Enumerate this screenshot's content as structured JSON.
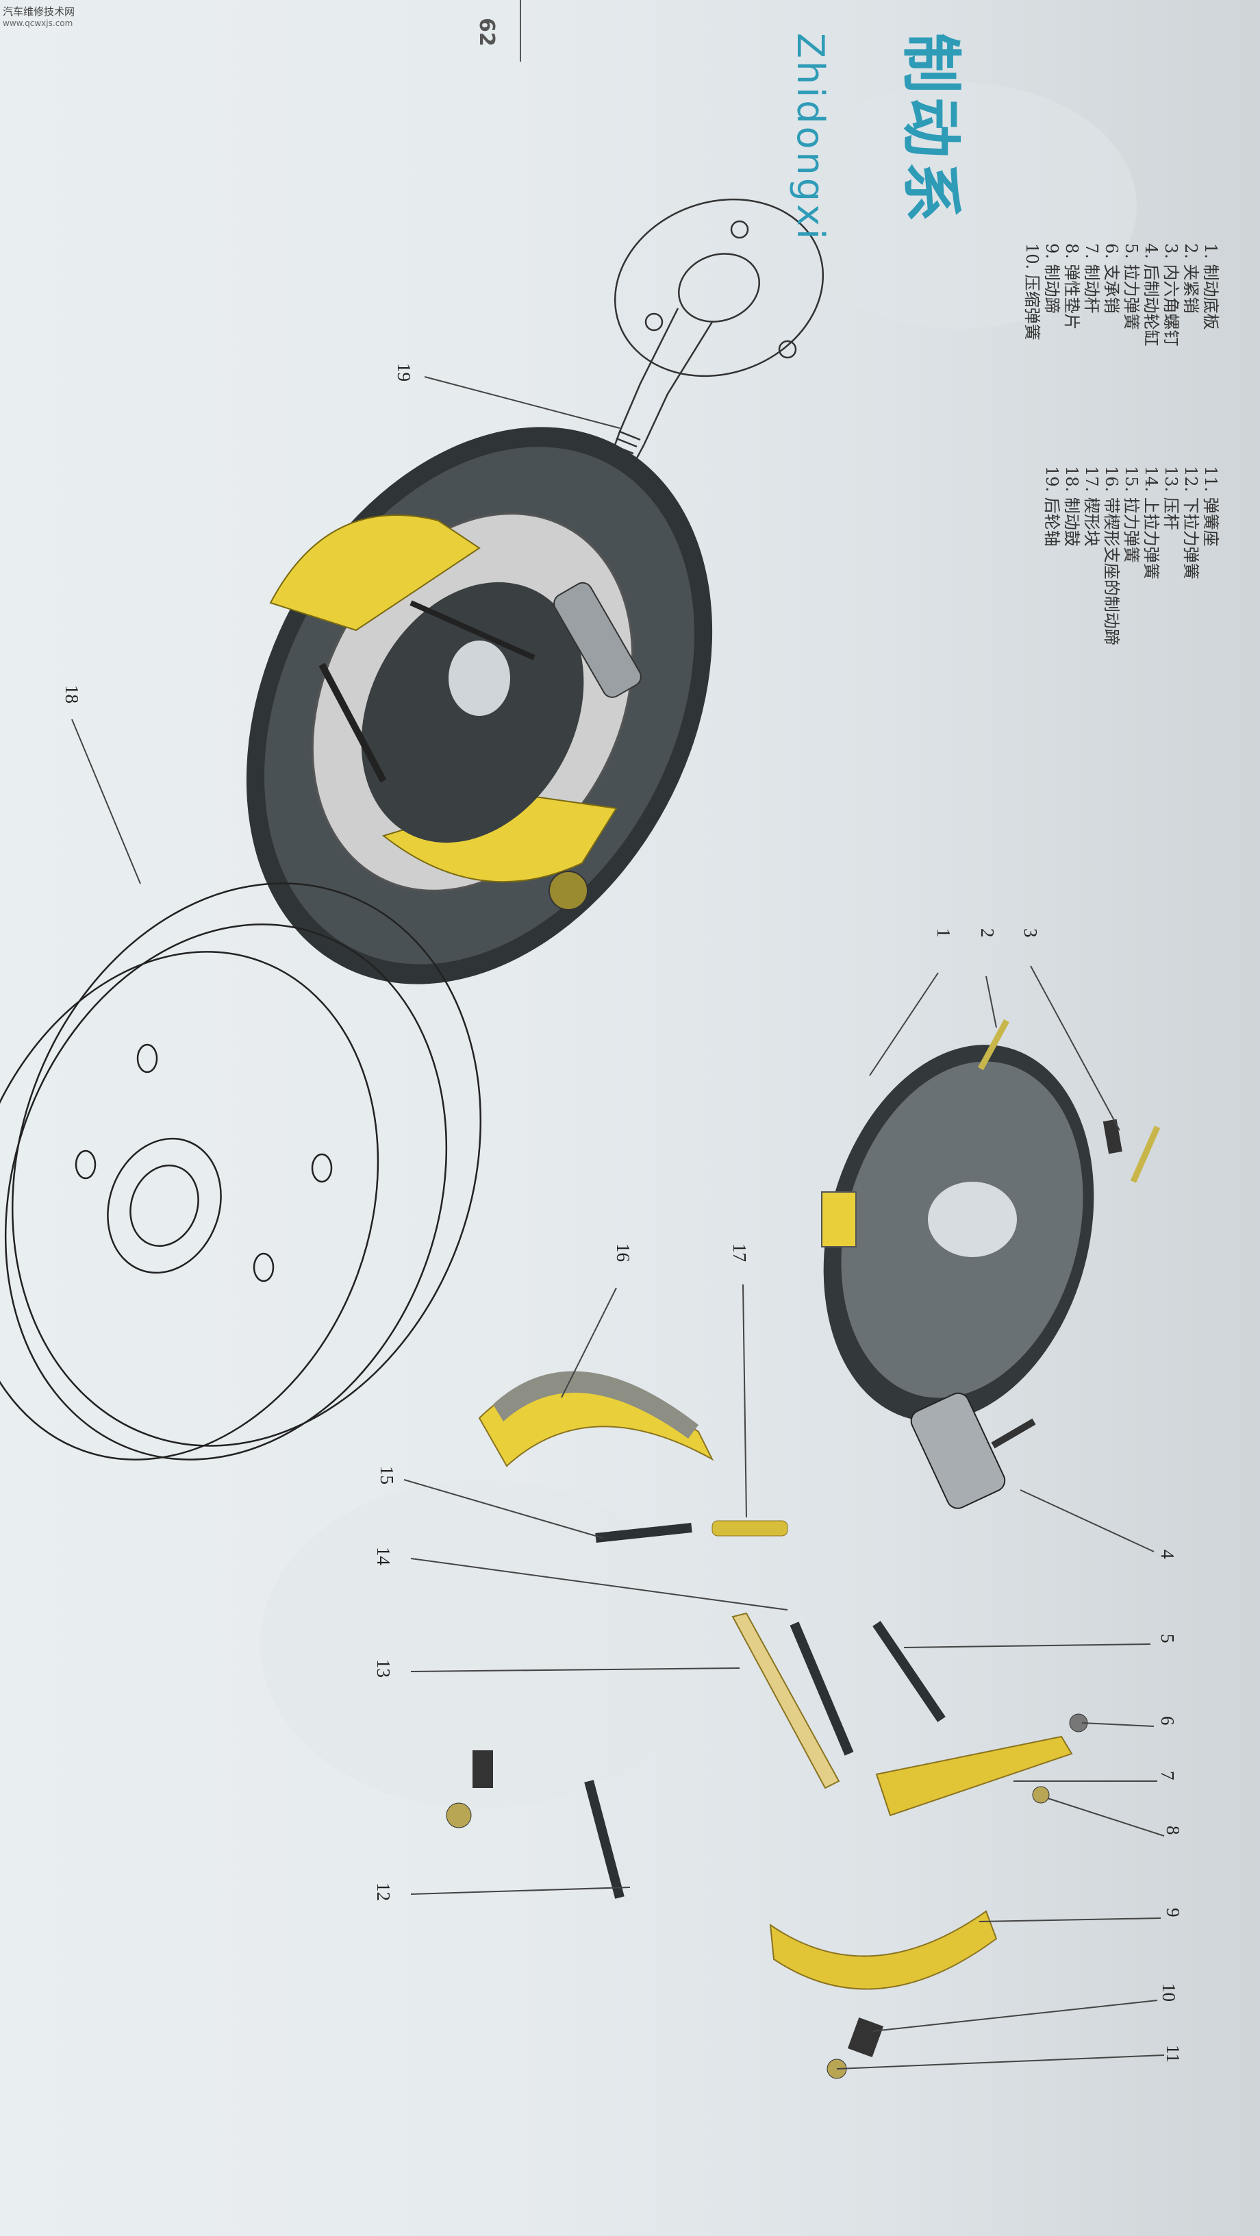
{
  "watermark": {
    "line1": "汽车维修技术网",
    "line2": "www.qcwxjs.com"
  },
  "header": {
    "title": "制动系",
    "pinyin": "Zhidongxi",
    "page_number": "62"
  },
  "legend_left": [
    "1. 制动底板",
    "2. 夹紧销",
    "3. 内六角螺钉",
    "4. 后制动轮缸",
    "5. 拉力弹簧",
    "6. 支承销",
    "7. 制动杆",
    "8. 弹性垫片",
    "9. 制动蹄",
    "10. 压缩弹簧"
  ],
  "legend_right": [
    "11. 弹簧座",
    "12. 下拉力弹簧",
    "13. 压杆",
    "14. 上拉力弹簧",
    "15. 拉力弹簧",
    "16. 带楔形支座的制动蹄",
    "17. 楔形块",
    "18. 制动鼓",
    "19. 后轮轴"
  ],
  "callouts": {
    "c1": "1",
    "c2": "2",
    "c3": "3",
    "c4": "4",
    "c5": "5",
    "c6": "6",
    "c7": "7",
    "c8": "8",
    "c9": "9",
    "c10": "10",
    "c11": "11",
    "c12": "12",
    "c13": "13",
    "c14": "14",
    "c15": "15",
    "c16": "16",
    "c17": "17",
    "c18": "18",
    "c19": "19"
  },
  "colors": {
    "accent": "#2e9bb7",
    "shoe_yellow": "#e9cf3a",
    "backplate_dark": "#2f3436"
  }
}
